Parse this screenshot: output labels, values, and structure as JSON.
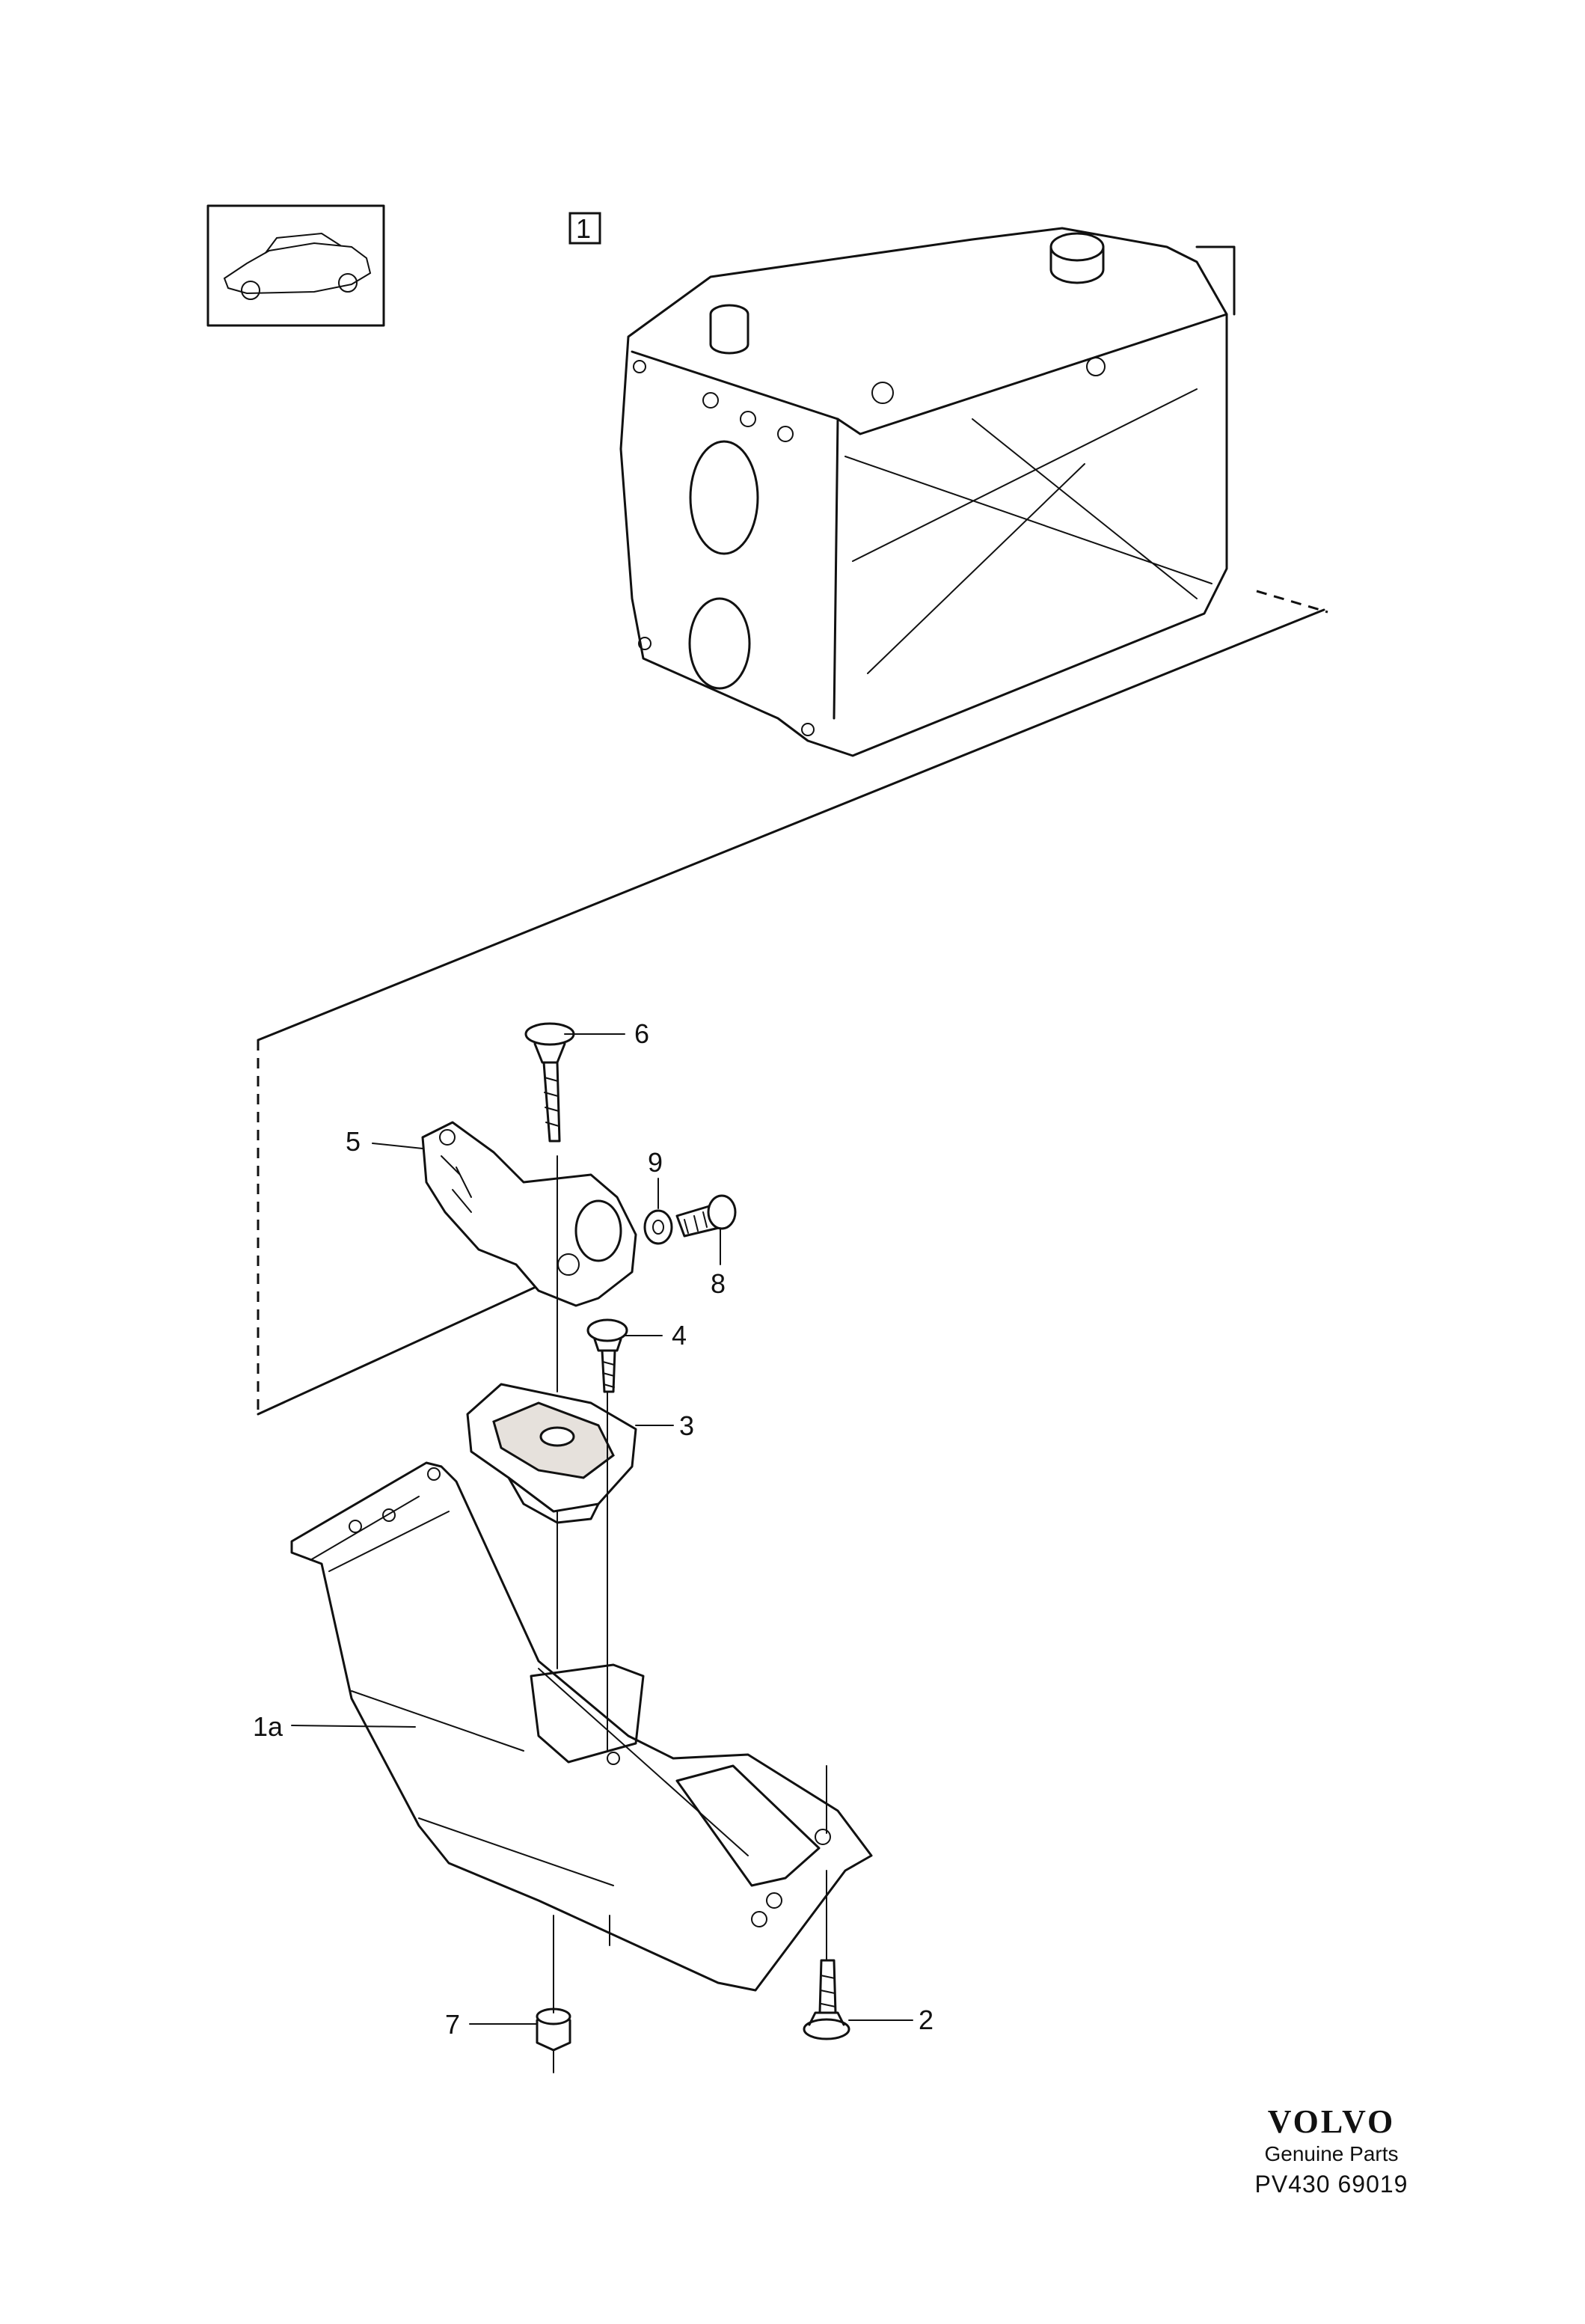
{
  "diagram": {
    "section_marker": "1",
    "callouts": {
      "c1a": "1a",
      "c2": "2",
      "c3": "3",
      "c4": "4",
      "c5": "5",
      "c6": "6",
      "c7": "7",
      "c8": "8",
      "c9": "9"
    }
  },
  "brand": {
    "logo": "VOLVO",
    "tagline": "Genuine Parts",
    "reference": "PV430 69019"
  }
}
